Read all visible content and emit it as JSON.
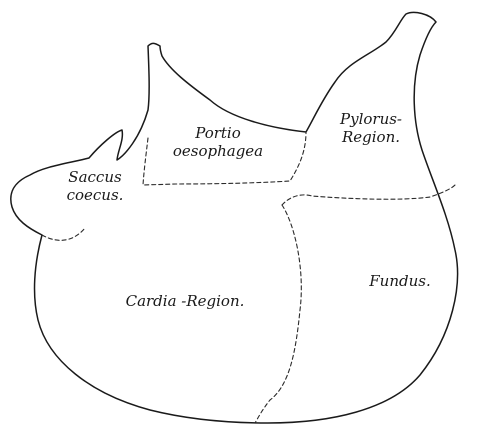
{
  "regions": {
    "saccus_coecus": {
      "line1": "Saccus",
      "line2": "coecus."
    },
    "portio_oesophagea": {
      "line1": "Portio",
      "line2": "oesophagea"
    },
    "pylorus_region": {
      "line1": "Pylorus-",
      "line2": "Region."
    },
    "fundus": {
      "label": "Fundus."
    },
    "cardia_region": {
      "label": "Cardia -Region."
    }
  }
}
